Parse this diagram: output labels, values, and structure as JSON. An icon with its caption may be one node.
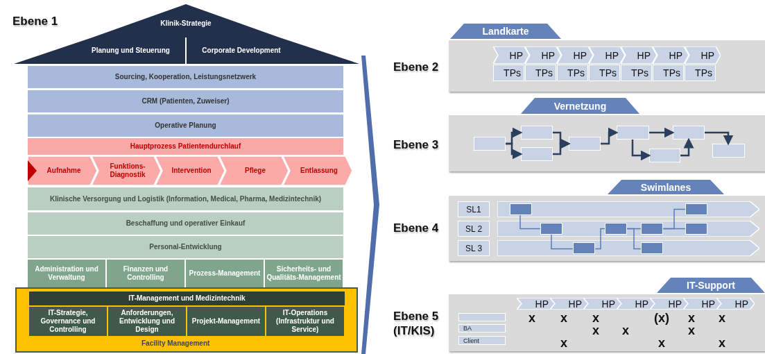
{
  "diagram": {
    "nodes": [
      {
        "text": [
          "Klinik-Strategie"
        ]
      },
      {
        "text": [
          "Planung und Steuerung"
        ]
      },
      {
        "text": [
          "Corporate Development"
        ]
      },
      {
        "text": [
          "Sourcing, Kooperation, Leistungsnetzwerk"
        ]
      },
      {
        "text": [
          "CRM (Patienten, Zuweiser)"
        ]
      },
      {
        "text": [
          "Operative Planung"
        ]
      },
      {
        "text": [
          "Hauptprozess Patientendurchlauf"
        ]
      },
      {
        "text": [
          "Aufnahme"
        ]
      },
      {
        "text": [
          "Funktions-Diagnostik"
        ]
      },
      {
        "text": [
          "Intervention"
        ]
      },
      {
        "text": [
          "Pflege"
        ]
      },
      {
        "text": [
          "Entlassung"
        ]
      },
      {
        "text": [
          "Klinische Versorgung und Logistik (Information, Medical, Pharma, Medizintechnik)"
        ]
      },
      {
        "text": [
          "Beschaffung und operativer Einkauf"
        ]
      },
      {
        "text": [
          "Personal-Entwicklung"
        ]
      },
      {
        "text": [
          "Administration und Verwaltung"
        ]
      },
      {
        "text": [
          "Finanzen und Controlling"
        ]
      },
      {
        "text": [
          "Prozess-Management"
        ]
      },
      {
        "text": [
          "Sicherheits- und Qualitäts-Management"
        ]
      },
      {
        "text": [
          "Facility Management"
        ]
      },
      {
        "text": [
          "IT-Management und Medizintechnik"
        ],
        "in": 19
      },
      {
        "text": [
          "IT-Strategie, Governance und Controlling"
        ],
        "in": 19
      },
      {
        "text": [
          "Anforderungen, Entwicklung und Design"
        ],
        "in": 19
      },
      {
        "text": [
          "Projekt-Management"
        ],
        "in": 19
      },
      {
        "text": [
          "IT-Operations (Infrastruktur und Service)"
        ],
        "in": 19
      },
      {
        "text": [
          "Landkarte"
        ]
      },
      {
        "text": [
          "HP"
        ],
        "in": 25
      },
      {
        "text": [
          "HP"
        ],
        "in": 25
      },
      {
        "text": [
          "HP"
        ],
        "in": 25
      },
      {
        "text": [
          "HP"
        ],
        "in": 25
      },
      {
        "text": [
          "HP"
        ],
        "in": 25
      },
      {
        "text": [
          "HP"
        ],
        "in": 25
      },
      {
        "text": [
          "HP"
        ],
        "in": 25
      },
      {
        "text": [
          "TPs"
        ],
        "in": 25
      },
      {
        "text": [
          "TPs"
        ],
        "in": 25
      },
      {
        "text": [
          "TPs"
        ],
        "in": 25
      },
      {
        "text": [
          "TPs"
        ],
        "in": 25
      },
      {
        "text": [
          "TPs"
        ],
        "in": 25
      },
      {
        "text": [
          "TPs"
        ],
        "in": 25
      },
      {
        "text": [
          "TPs"
        ],
        "in": 25
      },
      {
        "text": [
          "Vernetzung"
        ]
      },
      {
        "text": [],
        "shape": "box",
        "in": 40
      },
      {
        "text": [],
        "shape": "box",
        "in": 40
      },
      {
        "text": [],
        "shape": "box",
        "in": 40
      },
      {
        "text": [],
        "shape": "box",
        "in": 40
      },
      {
        "text": [],
        "shape": "box",
        "in": 40
      },
      {
        "text": [],
        "shape": "box",
        "in": 40
      },
      {
        "text": [],
        "shape": "box",
        "in": 40
      },
      {
        "text": [],
        "shape": "box",
        "in": 40
      },
      {
        "text": [
          "Swimlanes"
        ]
      },
      {
        "text": [
          "SL1"
        ],
        "in": 49
      },
      {
        "text": [
          "SL 2"
        ],
        "in": 49
      },
      {
        "text": [
          "SL 3"
        ],
        "in": 49
      },
      {
        "text": [],
        "shape": "bar",
        "in": 49
      },
      {
        "text": [],
        "shape": "bar",
        "in": 49
      },
      {
        "text": [],
        "shape": "bar",
        "in": 49
      },
      {
        "text": [],
        "shape": "box",
        "in": 53
      },
      {
        "text": [],
        "shape": "box",
        "in": 54
      },
      {
        "text": [],
        "shape": "box",
        "in": 55
      },
      {
        "text": [],
        "shape": "box",
        "in": 54
      },
      {
        "text": [],
        "shape": "box",
        "in": 54
      },
      {
        "text": [],
        "shape": "box",
        "in": 55
      },
      {
        "text": [],
        "shape": "box",
        "in": 53
      },
      {
        "text": [],
        "shape": "box",
        "in": 54
      },
      {
        "text": [
          "IT-Support"
        ]
      },
      {
        "text": [
          "HP"
        ],
        "in": 64
      },
      {
        "text": [
          "HP"
        ],
        "in": 64
      },
      {
        "text": [
          "HP"
        ],
        "in": 64
      },
      {
        "text": [
          "HP"
        ],
        "in": 64
      },
      {
        "text": [
          "HP"
        ],
        "in": 64
      },
      {
        "text": [
          "HP"
        ],
        "in": 64
      },
      {
        "text": [
          "HP"
        ],
        "in": 64
      },
      {
        "text": [],
        "shape": "box",
        "in": 64
      },
      {
        "text": [
          "BA"
        ],
        "in": 64
      },
      {
        "text": [
          "Client"
        ],
        "in": 64
      }
    ],
    "edges": [
      {
        "from": 41,
        "to": 42,
        "arrow": "to"
      },
      {
        "from": 41,
        "to": 43,
        "arrow": "to"
      },
      {
        "from": 42,
        "to": 44,
        "arrow": "to"
      },
      {
        "from": 43,
        "to": 44,
        "arrow": "to"
      },
      {
        "from": 44,
        "to": 45,
        "arrow": "to"
      },
      {
        "from": 45,
        "to": 47,
        "arrow": "to"
      },
      {
        "from": 45,
        "to": 46,
        "arrow": "to"
      },
      {
        "from": 46,
        "to": 47,
        "arrow": "to"
      },
      {
        "from": 47,
        "to": 48,
        "arrow": "to"
      },
      {
        "from": 56,
        "to": 57,
        "arrow": "none",
        "color": "#5b7bb8"
      },
      {
        "from": 57,
        "to": 58,
        "arrow": "none",
        "color": "#5b7bb8"
      },
      {
        "from": 58,
        "to": 59,
        "arrow": "none",
        "color": "#5b7bb8"
      },
      {
        "from": 59,
        "to": 60,
        "arrow": "none",
        "color": "#5b7bb8"
      },
      {
        "from": 59,
        "to": 61,
        "arrow": "none",
        "color": "#5b7bb8"
      },
      {
        "from": 60,
        "to": 62,
        "arrow": "none",
        "color": "#5b7bb8"
      },
      {
        "from": 60,
        "to": 63,
        "arrow": "none",
        "color": "#5b7bb8"
      }
    ],
    "labels": [
      "Ebene 1",
      "Ebene 2",
      "Ebene 3",
      "Ebene 4",
      "Ebene 5 (IT/KIS)",
      "x",
      "x",
      "x",
      "(x)",
      "x",
      "x",
      "x",
      "x",
      "x",
      "x",
      "x",
      "x"
    ]
  }
}
